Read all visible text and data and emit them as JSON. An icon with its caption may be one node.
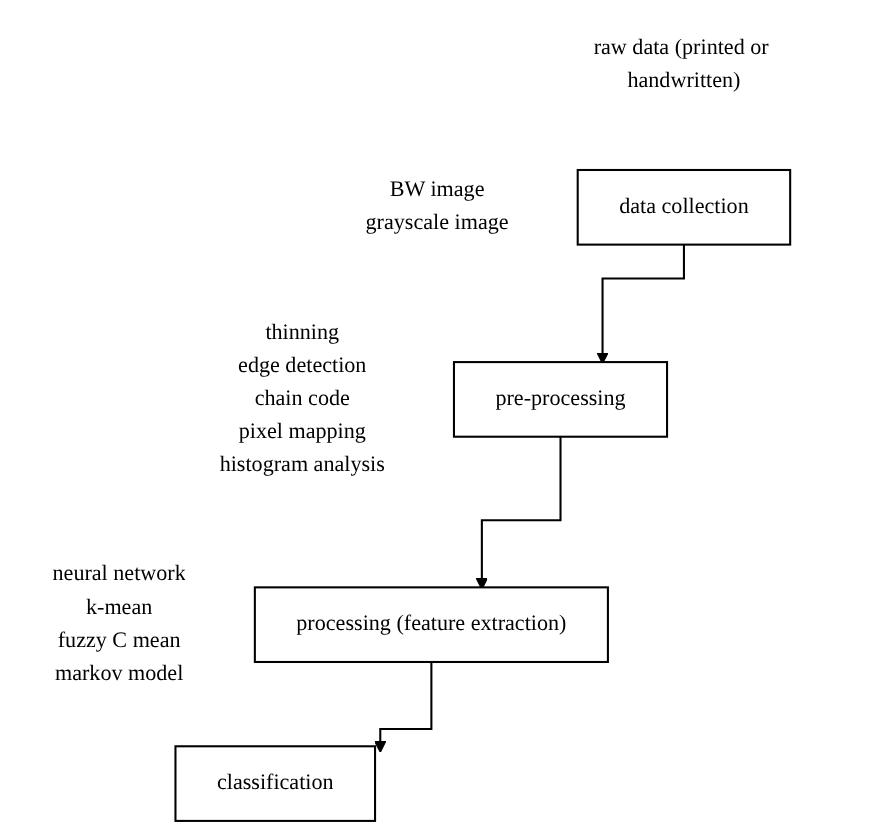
{
  "diagram": {
    "nodes": [
      {
        "text": [
          "data collection"
        ],
        "beside": [
          "raw data (printed or handwritten)"
        ]
      },
      {
        "text": [
          "pre-processing"
        ],
        "beside": [
          "BW image",
          "grayscale image"
        ]
      },
      {
        "text": [
          "processing (feature extraction)"
        ],
        "beside": [
          "thinning",
          "edge detection",
          "chain code",
          "pixel mapping",
          "histogram analysis"
        ]
      },
      {
        "text": [
          "classification"
        ],
        "beside": [
          "neural network",
          "k-mean",
          "fuzzy C mean",
          "markov model"
        ]
      }
    ],
    "edges": [
      {
        "from": 0,
        "to": 1,
        "arrow": "to"
      },
      {
        "from": 1,
        "to": 2,
        "arrow": "to"
      },
      {
        "from": 2,
        "to": 3,
        "arrow": "to"
      }
    ]
  }
}
